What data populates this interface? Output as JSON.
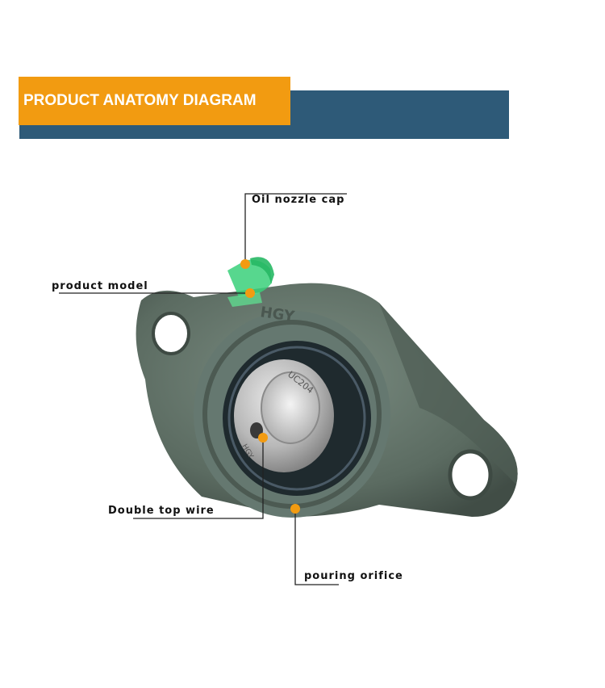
{
  "banner": {
    "title": "PRODUCT ANATOMY DIAGRAM"
  },
  "callouts": [
    {
      "id": "oil-nozzle-cap",
      "label": "Oil nozzle cap"
    },
    {
      "id": "product-model",
      "label": "product model"
    },
    {
      "id": "double-top-wire",
      "label": "Double top wire"
    },
    {
      "id": "pouring-orifice",
      "label": "pouring orifice"
    }
  ],
  "product_markings": {
    "brand": "HGY",
    "model": "UC204",
    "brand_ring": "HGY"
  },
  "colors": {
    "banner_accent": "#f29b11",
    "banner_bar": "#2e5a78",
    "marker": "#f29b11",
    "housing": "#5f7066"
  }
}
